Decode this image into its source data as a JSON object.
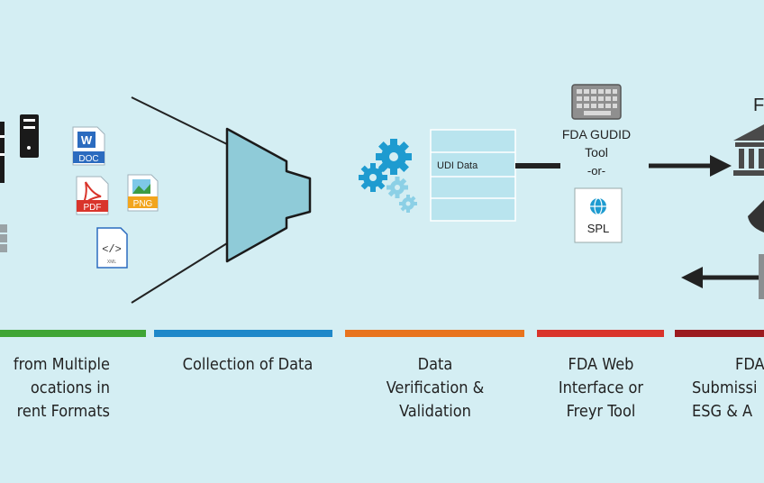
{
  "diagram": {
    "file_icons": [
      "DOC",
      "PDF",
      "PNG",
      "XML"
    ],
    "udi_data_label": "UDI Data",
    "gudid_tool": {
      "line1": "FDA GUDID",
      "line2": "Tool",
      "line3": "-or-"
    },
    "spl_label": "SPL",
    "right_partial_text": "F",
    "colors": {
      "background": "#d4eef3",
      "funnel": "#8fcbd8",
      "gear": "#1e9bd0",
      "gear_light": "#8cd0e6",
      "udi_box": "#b9e4ee",
      "arrow": "#222222"
    },
    "stages": [
      {
        "color": "#3fa535",
        "lines": [
          "from Multiple",
          "ocations in",
          "rent Formats"
        ]
      },
      {
        "color": "#1e88c9",
        "lines": [
          "Collection of Data"
        ]
      },
      {
        "color": "#e8741e",
        "lines": [
          "Data",
          "Verification &",
          "Validation"
        ]
      },
      {
        "color": "#d9342b",
        "lines": [
          "FDA Web",
          "Interface or",
          "Freyr Tool"
        ]
      },
      {
        "color": "#9b1b1f",
        "lines": [
          "FDA",
          "Submissi",
          "ESG & A"
        ]
      }
    ]
  }
}
